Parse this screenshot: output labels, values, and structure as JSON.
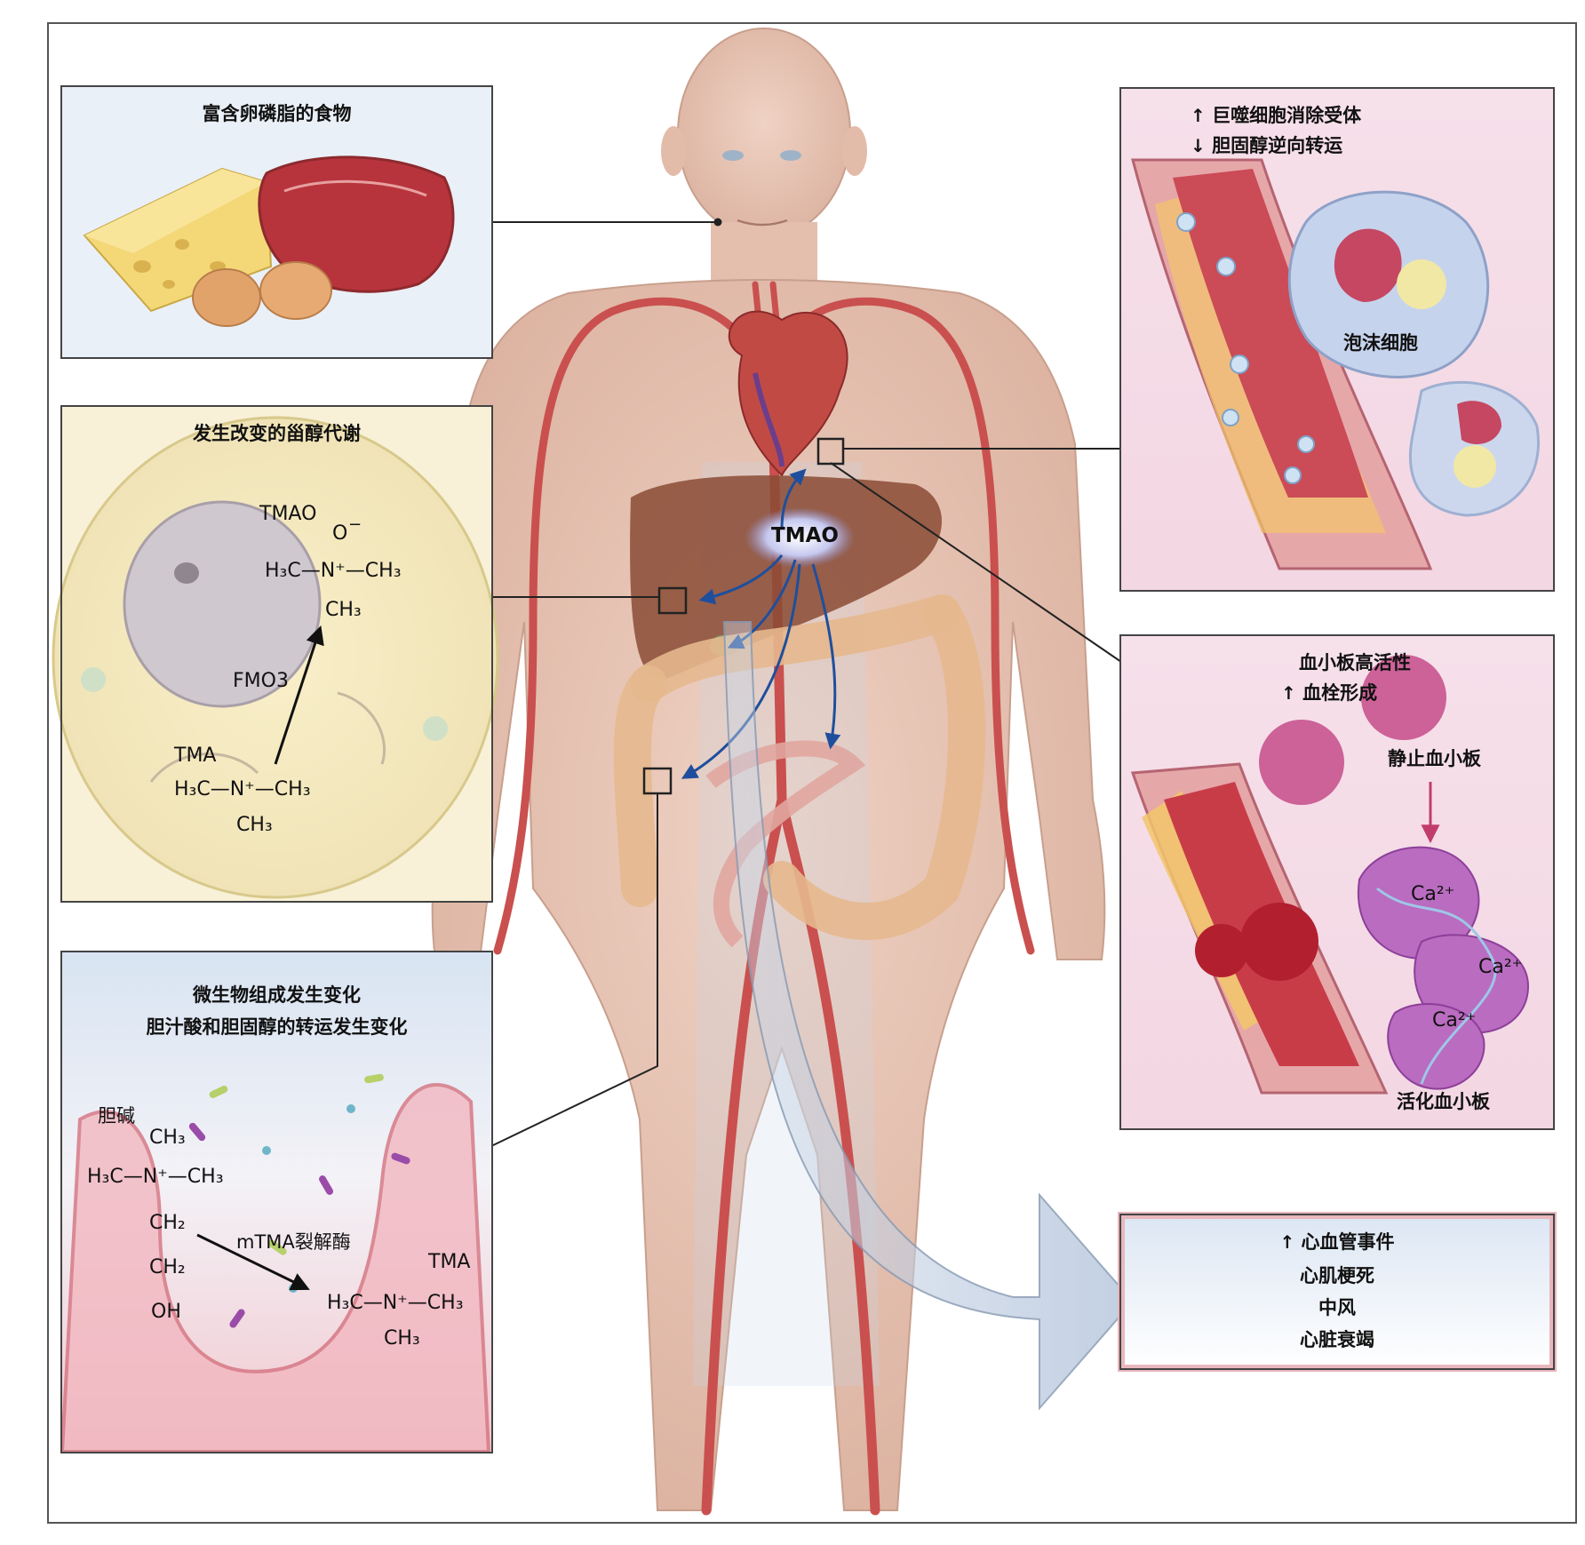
{
  "food_panel": {
    "title": "富含卵磷脂的食物"
  },
  "steroid_panel": {
    "title": "发生改变的甾醇代谢",
    "tmao_label": "TMAO",
    "tmao_o": "O",
    "tmao_minus": "−",
    "tmao_center": "H₃C—N⁺—CH₃",
    "tmao_bottom": "CH₃",
    "enzyme": "FMO3",
    "tma_label": "TMA",
    "tma_center": "H₃C—N⁺—CH₃",
    "tma_bottom": "CH₃"
  },
  "microbe_panel": {
    "line1": "微生物组成发生变化",
    "line2": "胆汁酸和胆固醇的转运发生变化",
    "choline_label": "胆碱",
    "choline_ch3_top": "CH₃",
    "choline_center": "H₃C—N⁺—CH₃",
    "choline_ch2_a": "CH₂",
    "choline_ch2_b": "CH₂",
    "choline_oh": "OH",
    "enzyme": "mTMA裂解酶",
    "tma_label": "TMA",
    "tma_center": "H₃C—N⁺—CH₃",
    "tma_bottom": "CH₃"
  },
  "body": {
    "tmao_label": "TMAO"
  },
  "macrophage_panel": {
    "up_arrow": "↑",
    "line1": "巨噬细胞消除受体",
    "down_arrow": "↓",
    "line2": "胆固醇逆向转运",
    "foam_cell": "泡沫细胞"
  },
  "platelet_panel": {
    "line1": "血小板高活性",
    "up_arrow": "↑",
    "line2": "血栓形成",
    "resting": "静止血小板",
    "activated": "活化血小板",
    "ca_labels": [
      "Ca²⁺",
      "Ca²⁺",
      "Ca²⁺"
    ]
  },
  "events_panel": {
    "up_arrow": "↑",
    "title": "心血管事件",
    "items": [
      "心肌梗死",
      "中风",
      "心脏衰竭"
    ]
  }
}
